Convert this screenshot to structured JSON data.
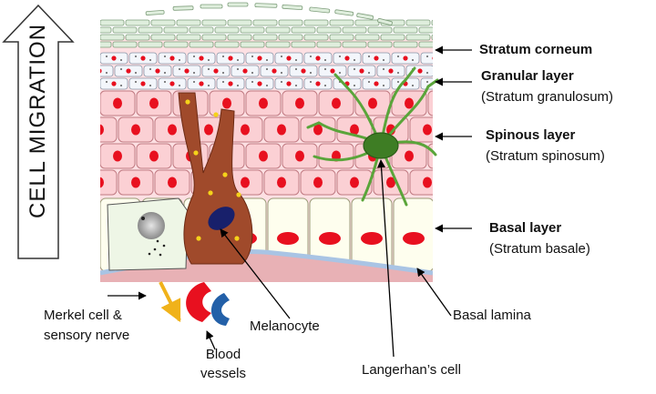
{
  "side_label": "CELL MIGRATION",
  "layers": [
    {
      "name": "Stratum corneum",
      "subname": ""
    },
    {
      "name": "Granular layer",
      "subname": "(Stratum granulosum)"
    },
    {
      "name": "Spinous layer",
      "subname": "(Stratum spinosum)"
    },
    {
      "name": "Basal layer",
      "subname": "(Stratum basale)"
    }
  ],
  "cells": {
    "merkel": {
      "line1": "Merkel cell &",
      "line2": "sensory nerve"
    },
    "blood_vessels": {
      "line1": "Blood",
      "line2": "vessels"
    },
    "melanocyte": "Melanocyte",
    "basal_lamina": "Basal  lamina",
    "langerhans": "Langerhan’s cell"
  },
  "colors": {
    "corneum": "#dfeedd",
    "granular": "#f3f6fb",
    "spinous": "#fbd0d4",
    "basal": "#fefeee",
    "nucleus": "#e8101f",
    "melanocyte": "#a04a2b",
    "langerhans": "#5aa53a",
    "lamina": "#a9c4e4"
  }
}
